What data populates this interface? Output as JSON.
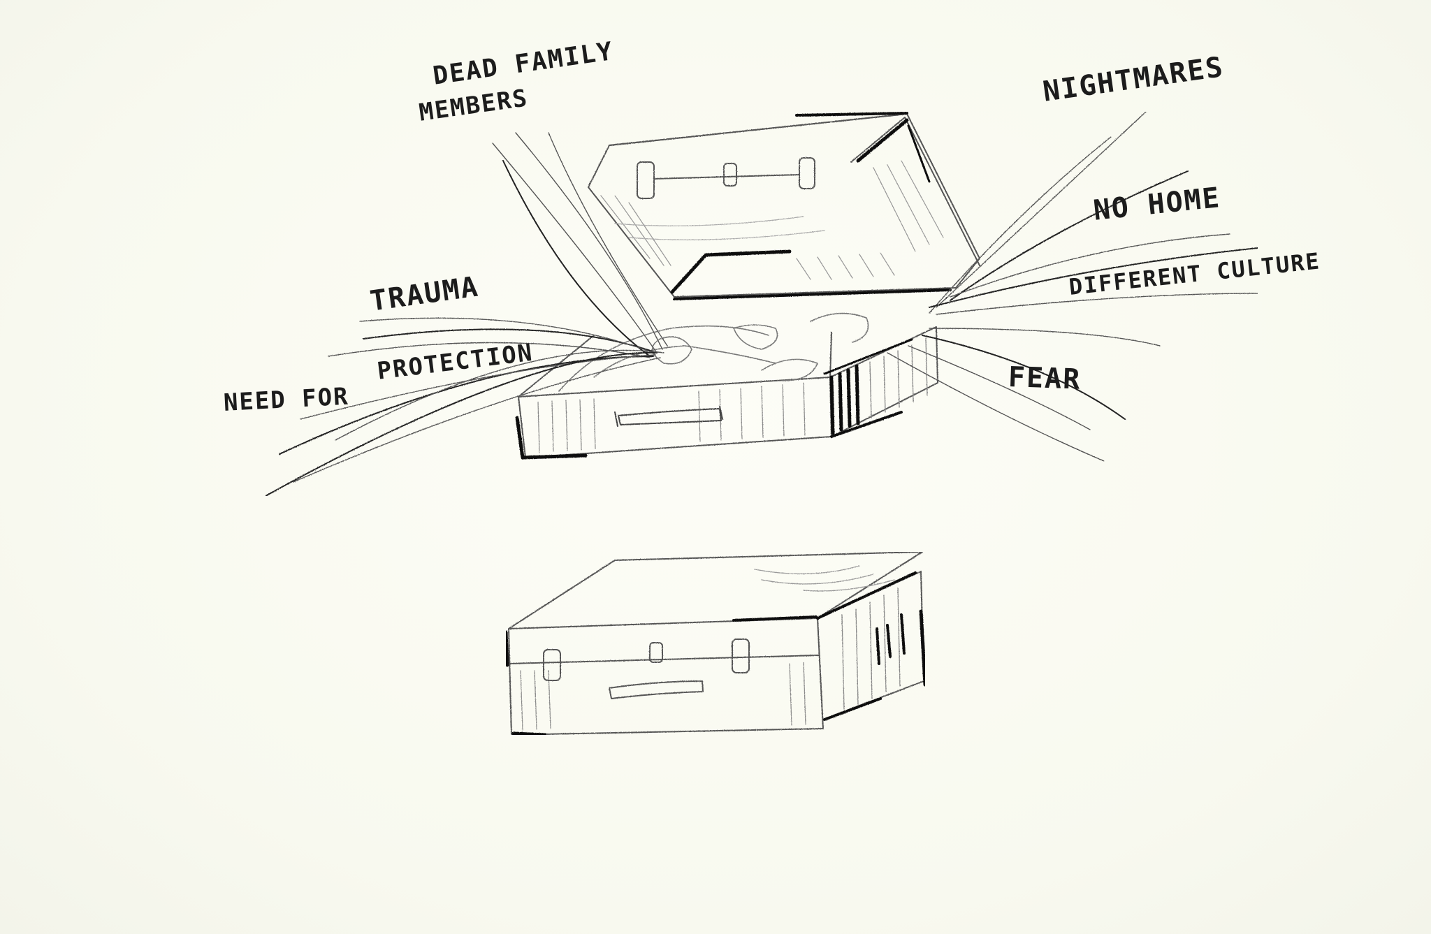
{
  "labels": {
    "dead_family_members_line1": "DEAD FAMILY",
    "dead_family_members_line2": "MEMBERS",
    "nightmares": "NIGHTMARES",
    "no_home": "NO HOME",
    "different_culture": "DIFFERENT CULTURE",
    "trauma": "TRAUMA",
    "need_for_protection_a": "NEED FOR",
    "need_for_protection_b": "PROTECTION",
    "fear": "FEAR"
  },
  "colors": {
    "paper": "#fbfcf4",
    "ink": "#1c1c1c",
    "pencil": "#6a6a6a"
  }
}
